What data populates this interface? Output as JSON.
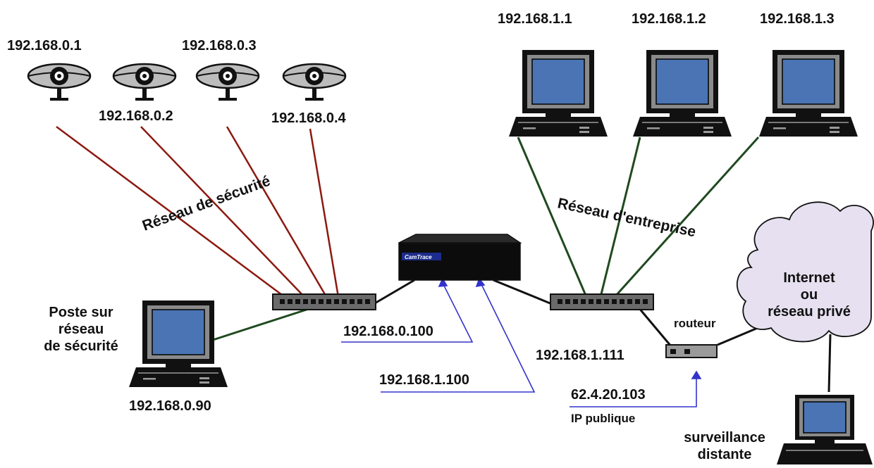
{
  "cameras": [
    {
      "ip": "192.168.0.1"
    },
    {
      "ip": "192.168.0.2"
    },
    {
      "ip": "192.168.0.3"
    },
    {
      "ip": "192.168.0.4"
    }
  ],
  "enterprise_pcs": [
    {
      "ip": "192.168.1.1"
    },
    {
      "ip": "192.168.1.2"
    },
    {
      "ip": "192.168.1.3"
    }
  ],
  "networks": {
    "security": "Réseau de sécurité",
    "enterprise": "Réseau d'entreprise"
  },
  "security_station": {
    "label_line1": "Poste sur",
    "label_line2": "réseau",
    "label_line3": "de sécurité",
    "ip": "192.168.0.90"
  },
  "central_box": {
    "brand": "CamTrace",
    "ip_security": "192.168.0.100",
    "ip_enterprise": "192.168.1.100"
  },
  "enterprise_switch": {
    "ip": "192.168.1.111"
  },
  "router": {
    "label": "routeur",
    "public_ip": "62.4.20.103",
    "public_label": "IP publique"
  },
  "cloud": {
    "line1": "Internet",
    "line2": "ou",
    "line3": "réseau privé"
  },
  "remote": {
    "line1": "surveillance",
    "line2": "distante"
  },
  "colors": {
    "security_link": "#8b1a10",
    "enterprise_link": "#1f4a1f",
    "ip_pointer": "#3333cc",
    "screen": "#4a74b4",
    "cloud_fill": "#e6e0f0"
  }
}
